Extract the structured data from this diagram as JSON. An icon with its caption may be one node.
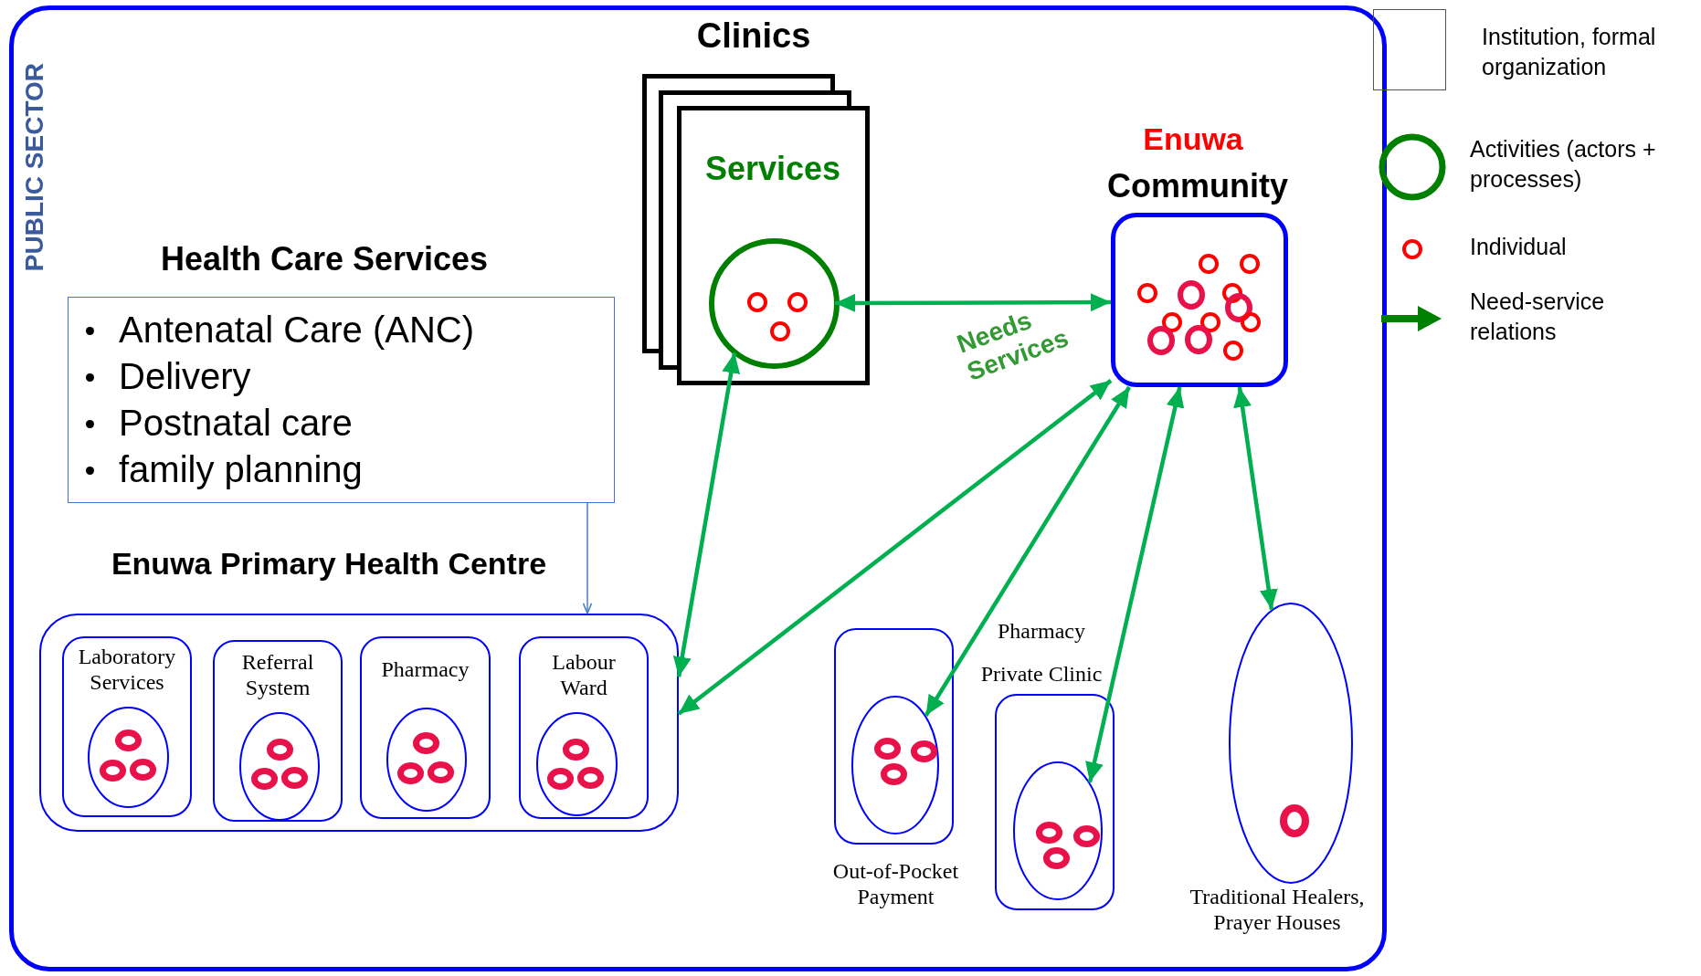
{
  "diagram": {
    "nodes": [
      {
        "text": [
          "PUBLIC SECTOR"
        ]
      },
      {
        "text": [
          "Clinics",
          "Services"
        ],
        "in": 0
      },
      {
        "text": [],
        "shape": "circle",
        "in": 1
      },
      {
        "text": [
          "Enuwa",
          "Community"
        ],
        "in": 0
      },
      {
        "text": [
          "Health Care Services",
          "Antenatal Care (ANC)",
          "Delivery",
          "Postnatal care",
          "family planning"
        ],
        "in": 0
      },
      {
        "text": [
          "Enuwa Primary Health Centre"
        ],
        "in": 0
      },
      {
        "text": [
          "Laboratory Services"
        ],
        "in": 5
      },
      {
        "text": [],
        "shape": "ellipse",
        "in": 6
      },
      {
        "text": [
          "Referral System"
        ],
        "in": 5
      },
      {
        "text": [],
        "shape": "ellipse",
        "in": 8
      },
      {
        "text": [
          "Pharmacy"
        ],
        "in": 5
      },
      {
        "text": [],
        "shape": "ellipse",
        "in": 10
      },
      {
        "text": [
          "Labour Ward"
        ],
        "in": 5
      },
      {
        "text": [],
        "shape": "ellipse",
        "in": 12
      },
      {
        "text": [
          "Out-of-Pocket Payment"
        ],
        "in": 0
      },
      {
        "text": [],
        "shape": "ellipse",
        "in": 14
      },
      {
        "text": [
          "Pharmacy",
          "Private Clinic"
        ],
        "in": 0
      },
      {
        "text": [],
        "shape": "ellipse",
        "in": 16
      },
      {
        "text": [
          "Traditional Healers, Prayer Houses"
        ],
        "in": 0
      }
    ],
    "edges": [
      {
        "from": 2,
        "to": 3,
        "arrow": "both"
      },
      {
        "from": 2,
        "to": 5,
        "arrow": "both"
      },
      {
        "from": 3,
        "to": 5,
        "arrow": "both"
      },
      {
        "from": 3,
        "to": 15,
        "arrow": "both"
      },
      {
        "from": 3,
        "to": 17,
        "arrow": "both"
      },
      {
        "from": 3,
        "to": 18,
        "arrow": "both"
      },
      {
        "from": 4,
        "to": 5,
        "arrow": "to",
        "color": "#4a7ebb"
      }
    ],
    "labels": [
      "Needs Services"
    ],
    "legend": [
      {
        "text": "Institution, formal organization"
      },
      {
        "text": "Activities (actors + processes)"
      },
      {
        "text": "Individual"
      },
      {
        "text": "Need-service relations"
      }
    ]
  }
}
